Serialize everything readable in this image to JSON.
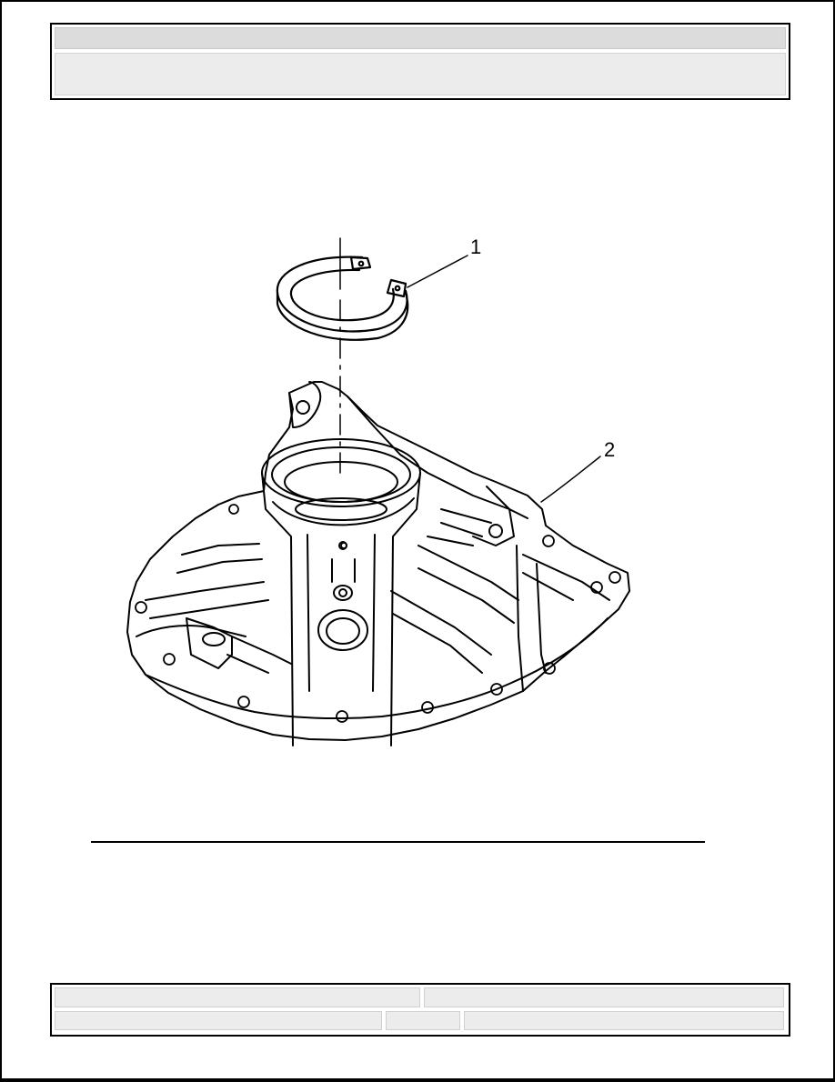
{
  "header": {
    "title": "",
    "subtitle": ""
  },
  "figure": {
    "callouts": [
      {
        "number": "1",
        "part": "snap-ring"
      },
      {
        "number": "2",
        "part": "housing"
      }
    ]
  },
  "footer": {
    "left_top": "",
    "right_top": "",
    "left_bottom": "",
    "middle_bottom": "",
    "right_bottom": ""
  }
}
